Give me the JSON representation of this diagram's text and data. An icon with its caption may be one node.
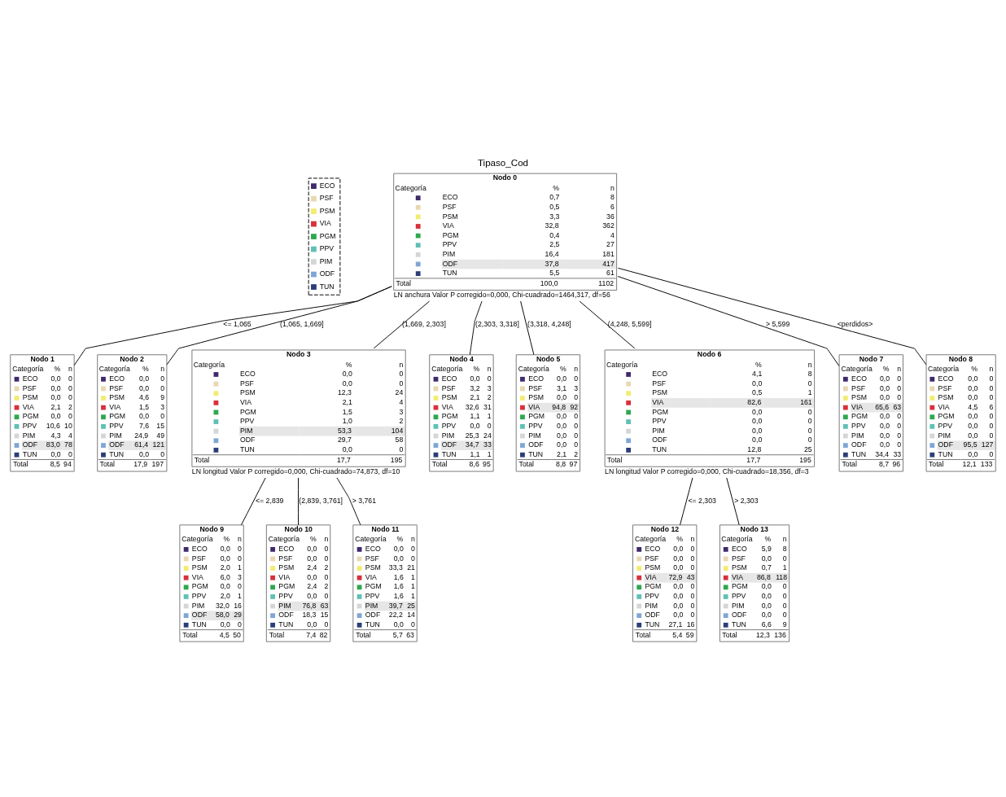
{
  "diagram": {
    "title": "Tipaso_Cod",
    "nodes": [
      {
        "text": [
          "Nodo 0",
          "Categoría % n",
          "ECO 0,7 8",
          "PSF 0,5 6",
          "PSM 3,3 36",
          "VIA 32,8 362",
          "PGM 0,4 4",
          "PPV 2,5 27",
          "PIM 16,4 181",
          "ODF 37,8 417",
          "TUN 5,5 61",
          "Total 100,0 1102"
        ],
        "beside": [
          "LN anchura Valor P corregido=0,000, Chi-cuadrado=1464,317, df=56"
        ]
      },
      {
        "text": [
          "Nodo 1",
          "Categoría % n",
          "ECO 0,0 0",
          "PSF 0,0 0",
          "PSM 0,0 0",
          "VIA 2,1 2",
          "PGM 0,0 0",
          "PPV 10,6 10",
          "PIM 4,3 4",
          "ODF 83,0 78",
          "TUN 0,0 0",
          "Total 8,5 94"
        ]
      },
      {
        "text": [
          "Nodo 2",
          "Categoría % n",
          "ECO 0,0 0",
          "PSF 0,0 0",
          "PSM 4,6 9",
          "VIA 1,5 3",
          "PGM 0,0 0",
          "PPV 7,6 15",
          "PIM 24,9 49",
          "ODF 61,4 121",
          "TUN 0,0 0",
          "Total 17,9 197"
        ]
      },
      {
        "text": [
          "Nodo 3",
          "Categoría % n",
          "ECO 0,0 0",
          "PSF 0,0 0",
          "PSM 12,3 24",
          "VIA 2,1 4",
          "PGM 1,5 3",
          "PPV 1,0 2",
          "PIM 53,3 104",
          "ODF 29,7 58",
          "TUN 0,0 0",
          "Total 17,7 195"
        ],
        "beside": [
          "LN longitud Valor P corregido=0,000, Chi-cuadrado=74,873, df=10"
        ]
      },
      {
        "text": [
          "Nodo 4",
          "Categoría % n",
          "ECO 0,0 0",
          "PSF 3,2 3",
          "PSM 2,1 2",
          "VIA 32,6 31",
          "PGM 1,1 1",
          "PPV 0,0 0",
          "PIM 25,3 24",
          "ODF 34,7 33",
          "TUN 1,1 1",
          "Total 8,6 95"
        ]
      },
      {
        "text": [
          "Nodo 5",
          "Categoría % n",
          "ECO 0,0 0",
          "PSF 3,1 3",
          "PSM 0,0 0",
          "VIA 94,8 92",
          "PGM 0,0 0",
          "PPV 0,0 0",
          "PIM 0,0 0",
          "ODF 0,0 0",
          "TUN 2,1 2",
          "Total 8,8 97"
        ]
      },
      {
        "text": [
          "Nodo 6",
          "Categoría % n",
          "ECO 4,1 8",
          "PSF 0,0 0",
          "PSM 0,5 1",
          "VIA 82,6 161",
          "PGM 0,0 0",
          "PPV 0,0 0",
          "PIM 0,0 0",
          "ODF 0,0 0",
          "TUN 12,8 25",
          "Total 17,7 195"
        ],
        "beside": [
          "LN longitud Valor P corregido=0,000, Chi-cuadrado=18,356, df=3"
        ]
      },
      {
        "text": [
          "Nodo 7",
          "Categoría % n",
          "ECO 0,0 0",
          "PSF 0,0 0",
          "PSM 0,0 0",
          "VIA 65,6 63",
          "PGM 0,0 0",
          "PPV 0,0 0",
          "PIM 0,0 0",
          "ODF 0,0 0",
          "TUN 34,4 33",
          "Total 8,7 96"
        ]
      },
      {
        "text": [
          "Nodo 8",
          "Categoría % n",
          "ECO 0,0 0",
          "PSF 0,0 0",
          "PSM 0,0 0",
          "VIA 4,5 6",
          "PGM 0,0 0",
          "PPV 0,0 0",
          "PIM 0,0 0",
          "ODF 95,5 127",
          "TUN 0,0 0",
          "Total 12,1 133"
        ]
      },
      {
        "text": [
          "Nodo 9",
          "Categoría % n",
          "ECO 0,0 0",
          "PSF 0,0 0",
          "PSM 2,0 1",
          "VIA 6,0 3",
          "PGM 0,0 0",
          "PPV 2,0 1",
          "PIM 32,0 16",
          "ODF 58,0 29",
          "TUN 0,0 0",
          "Total 4,5 50"
        ]
      },
      {
        "text": [
          "Nodo 10",
          "Categoría % n",
          "ECO 0,0 0",
          "PSF 0,0 0",
          "PSM 2,4 2",
          "VIA 0,0 0",
          "PGM 2,4 2",
          "PPV 0,0 0",
          "PIM 76,8 63",
          "ODF 18,3 15",
          "TUN 0,0 0",
          "Total 7,4 82"
        ]
      },
      {
        "text": [
          "Nodo 11",
          "Categoría % n",
          "ECO 0,0 0",
          "PSF 0,0 0",
          "PSM 33,3 21",
          "VIA 1,6 1",
          "PGM 1,6 1",
          "PPV 1,6 1",
          "PIM 39,7 25",
          "ODF 22,2 14",
          "TUN 0,0 0",
          "Total 5,7 63"
        ]
      },
      {
        "text": [
          "Nodo 12",
          "Categoría % n",
          "ECO 0,0 0",
          "PSF 0,0 0",
          "PSM 0,0 0",
          "VIA 72,9 43",
          "PGM 0,0 0",
          "PPV 0,0 0",
          "PIM 0,0 0",
          "ODF 0,0 0",
          "TUN 27,1 16",
          "Total 5,4 59"
        ]
      },
      {
        "text": [
          "Nodo 13",
          "Categoría % n",
          "ECO 5,9 8",
          "PSF 0,0 0",
          "PSM 0,7 1",
          "VIA 86,8 118",
          "PGM 0,0 0",
          "PPV 0,0 0",
          "PIM 0,0 0",
          "ODF 0,0 0",
          "TUN 6,6 9",
          "Total 12,3 136"
        ]
      }
    ],
    "edges": [
      {
        "from": 0,
        "to": 1,
        "arrow": "none",
        "label": "<= 1,065"
      },
      {
        "from": 0,
        "to": 2,
        "arrow": "none",
        "label": "(1,065, 1,669]"
      },
      {
        "from": 0,
        "to": 3,
        "arrow": "none",
        "label": "(1,669, 2,303]"
      },
      {
        "from": 0,
        "to": 4,
        "arrow": "none",
        "label": "(2,303, 3,318]"
      },
      {
        "from": 0,
        "to": 5,
        "arrow": "none",
        "label": "(3,318, 4,248]"
      },
      {
        "from": 0,
        "to": 6,
        "arrow": "none",
        "label": "(4,248, 5,599]"
      },
      {
        "from": 0,
        "to": 7,
        "arrow": "none",
        "label": "> 5,599"
      },
      {
        "from": 0,
        "to": 8,
        "arrow": "none",
        "label": "<perdidos>"
      },
      {
        "from": 3,
        "to": 9,
        "arrow": "none",
        "label": "<= 2,839"
      },
      {
        "from": 3,
        "to": 10,
        "arrow": "none",
        "label": "(2,839, 3,761]"
      },
      {
        "from": 3,
        "to": 11,
        "arrow": "none",
        "label": "> 3,761"
      },
      {
        "from": 6,
        "to": 12,
        "arrow": "none",
        "label": "<= 2,303"
      },
      {
        "from": 6,
        "to": 13,
        "arrow": "none",
        "label": "> 2,303"
      }
    ],
    "legend": [
      {
        "text": "ECO",
        "color": "#3f2a6b"
      },
      {
        "text": "PSF",
        "color": "#e8d8b0"
      },
      {
        "text": "PSM",
        "color": "#f2ec70"
      },
      {
        "text": "VIA",
        "color": "#d9303a"
      },
      {
        "text": "PGM",
        "color": "#2ea84f"
      },
      {
        "text": "PPV",
        "color": "#5fc0b5"
      },
      {
        "text": "PIM",
        "color": "#d3d6d8"
      },
      {
        "text": "ODF",
        "color": "#7fa6d4"
      },
      {
        "text": "TUN",
        "color": "#2c3e78"
      }
    ]
  }
}
